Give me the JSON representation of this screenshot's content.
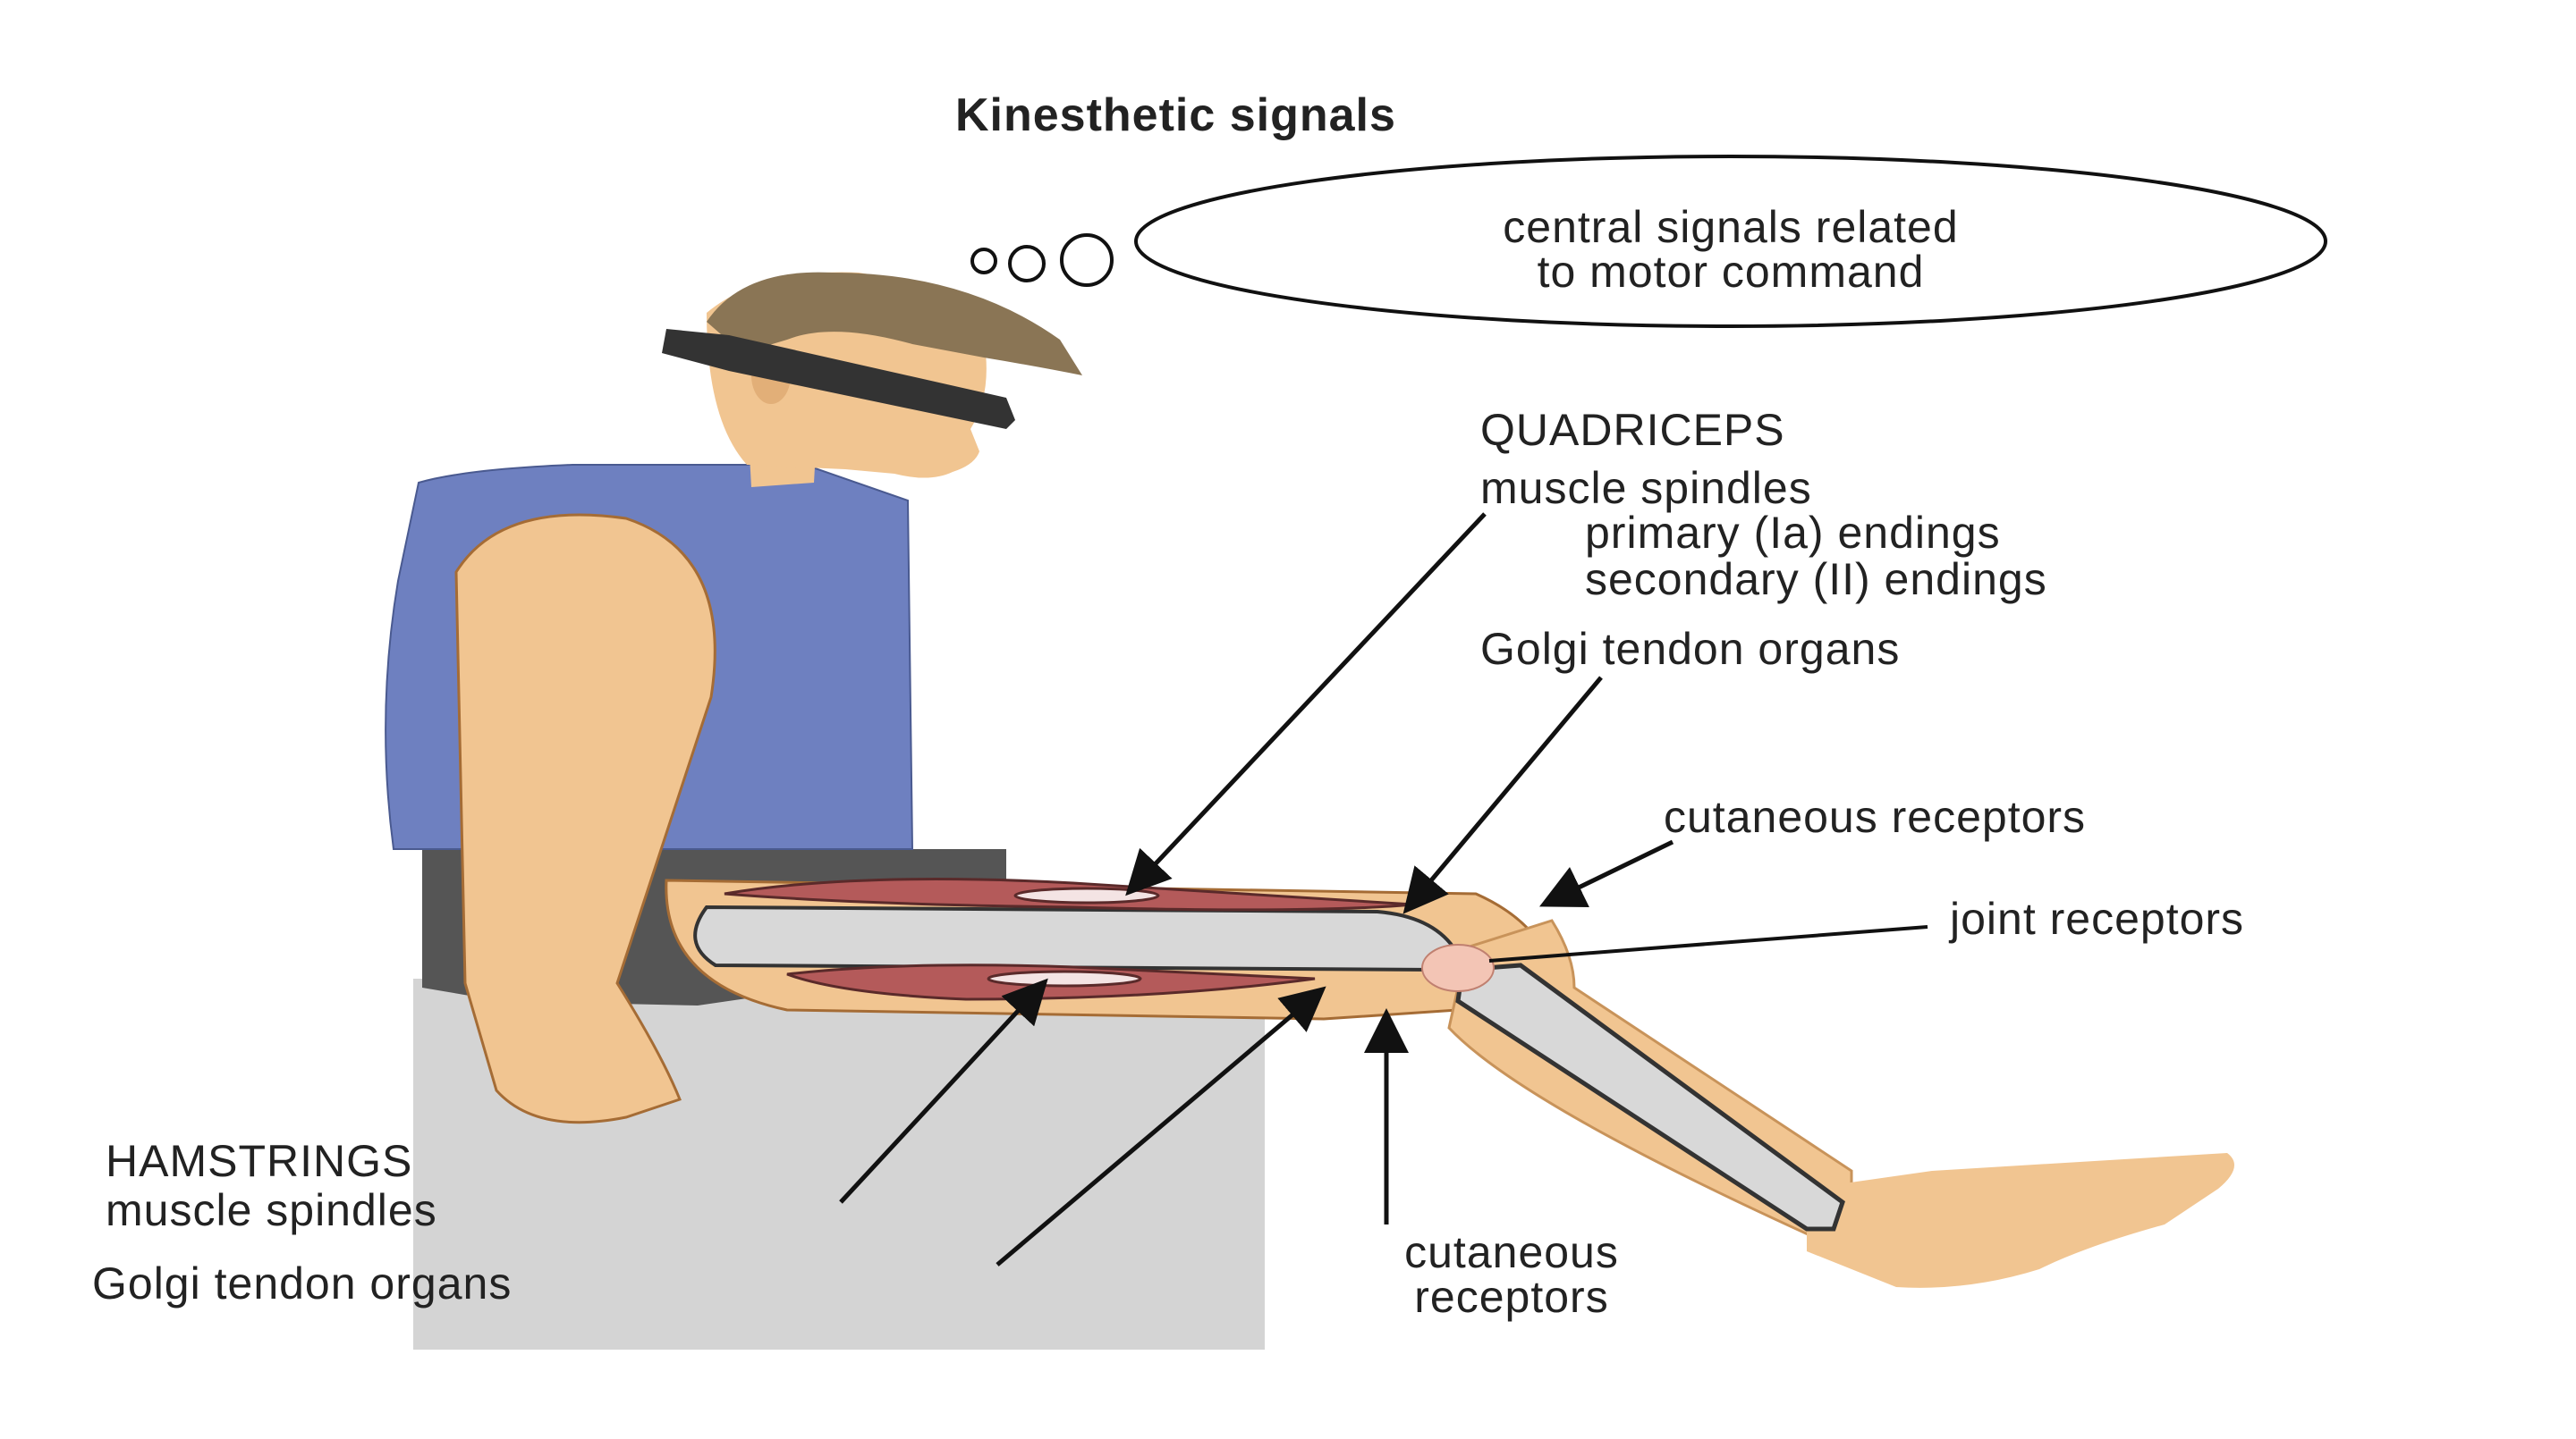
{
  "title": "Kinesthetic signals",
  "thought_bubble": {
    "line1": "central signals related",
    "line2": "to motor command"
  },
  "quadriceps": {
    "heading": "QUADRICEPS",
    "spindles": "muscle spindles",
    "primary": "primary (Ia) endings",
    "secondary": "secondary (II) endings",
    "golgi": "Golgi tendon organs"
  },
  "knee": {
    "cutaneous_top": "cutaneous receptors",
    "joint": "joint receptors",
    "cutaneous_bottom_line1": "cutaneous",
    "cutaneous_bottom_line2": "receptors"
  },
  "hamstrings": {
    "heading": "HAMSTRINGS",
    "spindles": "muscle spindles",
    "golgi": "Golgi tendon organs"
  },
  "colors": {
    "skin": "#F1C591",
    "shirt": "#6E80C0",
    "hair": "#8A7555",
    "blindfold": "#333333",
    "shorts": "#555555",
    "seat": "#D4D4D4",
    "muscle": "#B45A5A",
    "bone": "#D8D8D8",
    "joint": "#F3C5B5"
  }
}
